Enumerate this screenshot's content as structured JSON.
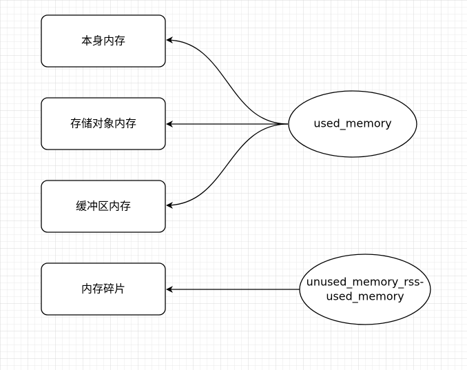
{
  "nodes": {
    "self_memory": "本身内存",
    "object_memory": "存储对象内存",
    "buffer_memory": "缓冲区内存",
    "fragmentation": "内存碎片",
    "used_memory": "used_memory",
    "rss_line1": "unused_memory_rss-",
    "rss_line2": "used_memory"
  },
  "colors": {
    "grid": "#e6e6e6",
    "stroke": "#000000"
  }
}
